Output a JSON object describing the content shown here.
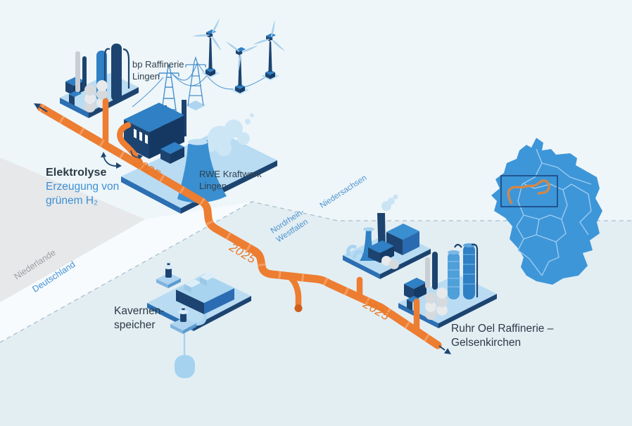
{
  "title_block": {
    "title": "Elektrolyse",
    "subtitle": "Erzeugung von\ngrünem H₂"
  },
  "facilities": {
    "bp_refinery": "bp Raffinerie\nLingen",
    "rwe_power_plant": "RWE Kraftwerk\nLingen",
    "cavern_storage": "Kavernen-\nspeicher",
    "ruhr_oel_refinery": "Ruhr Oel Raffinerie –\nGelsenkirchen"
  },
  "regions": {
    "niedersachsen": "Niedersachsen",
    "nordrhein_westfalen": "Nordrhein-\nWestfalen",
    "niederlande": "Niederlande",
    "deutschland": "Deutschland"
  },
  "pipeline": {
    "year": "2025"
  },
  "colors": {
    "pipeline_orange": "#ed7d31",
    "map_blue": "#3d96d8",
    "accent_blue": "#3d90d5",
    "dark_navy": "#1d4470",
    "netherlands_gray": "#e7e8ea"
  }
}
